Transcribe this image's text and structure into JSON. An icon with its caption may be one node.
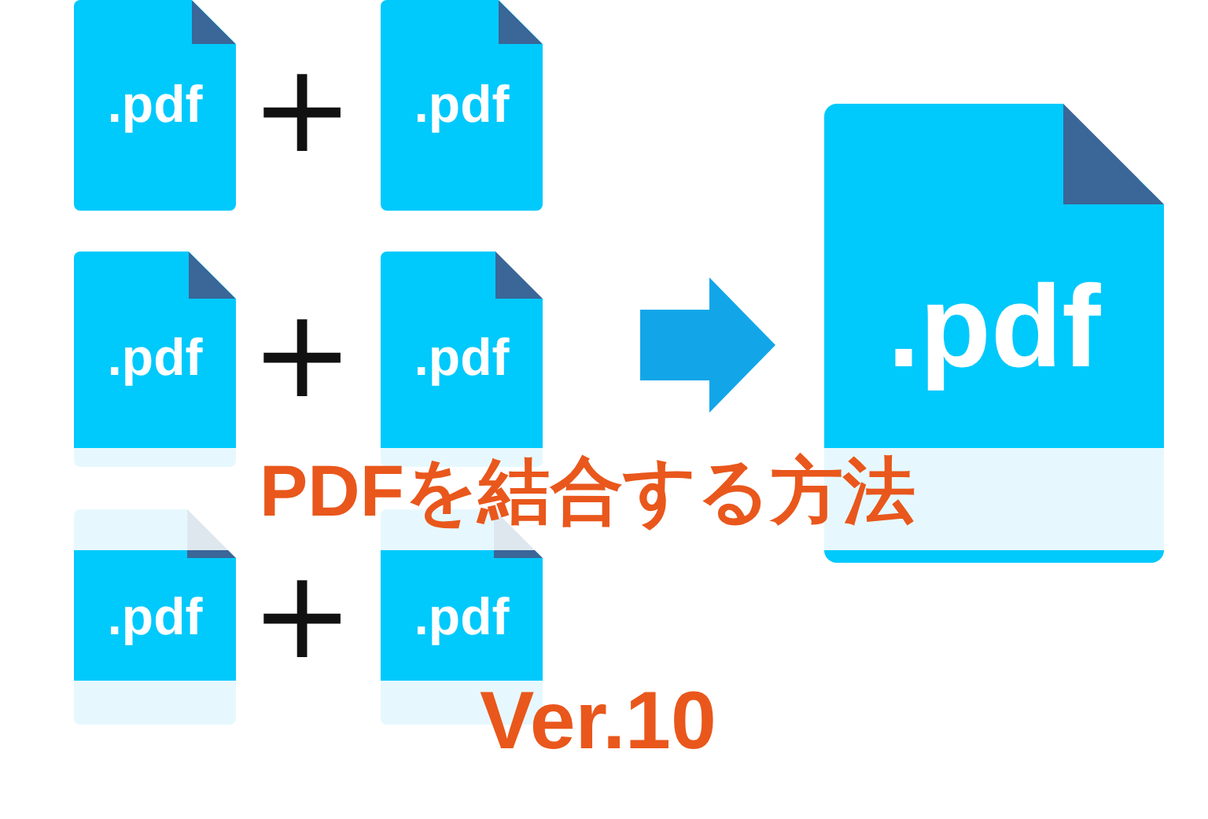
{
  "diagram": {
    "title": "PDFを結合する方法",
    "nodes": [
      {
        "text": [
          ".pdf"
        ]
      },
      {
        "text": [
          ".pdf"
        ]
      },
      {
        "text": [
          ".pdf"
        ]
      },
      {
        "text": [
          ".pdf"
        ]
      },
      {
        "text": [
          ".pdf"
        ]
      },
      {
        "text": [
          ".pdf"
        ]
      },
      {
        "text": [
          ".pdf"
        ]
      }
    ],
    "edges": [
      {
        "from": 3,
        "to": 6,
        "arrow": "to"
      }
    ],
    "labels": [
      "+",
      "+",
      "+",
      "Ver.10"
    ]
  }
}
